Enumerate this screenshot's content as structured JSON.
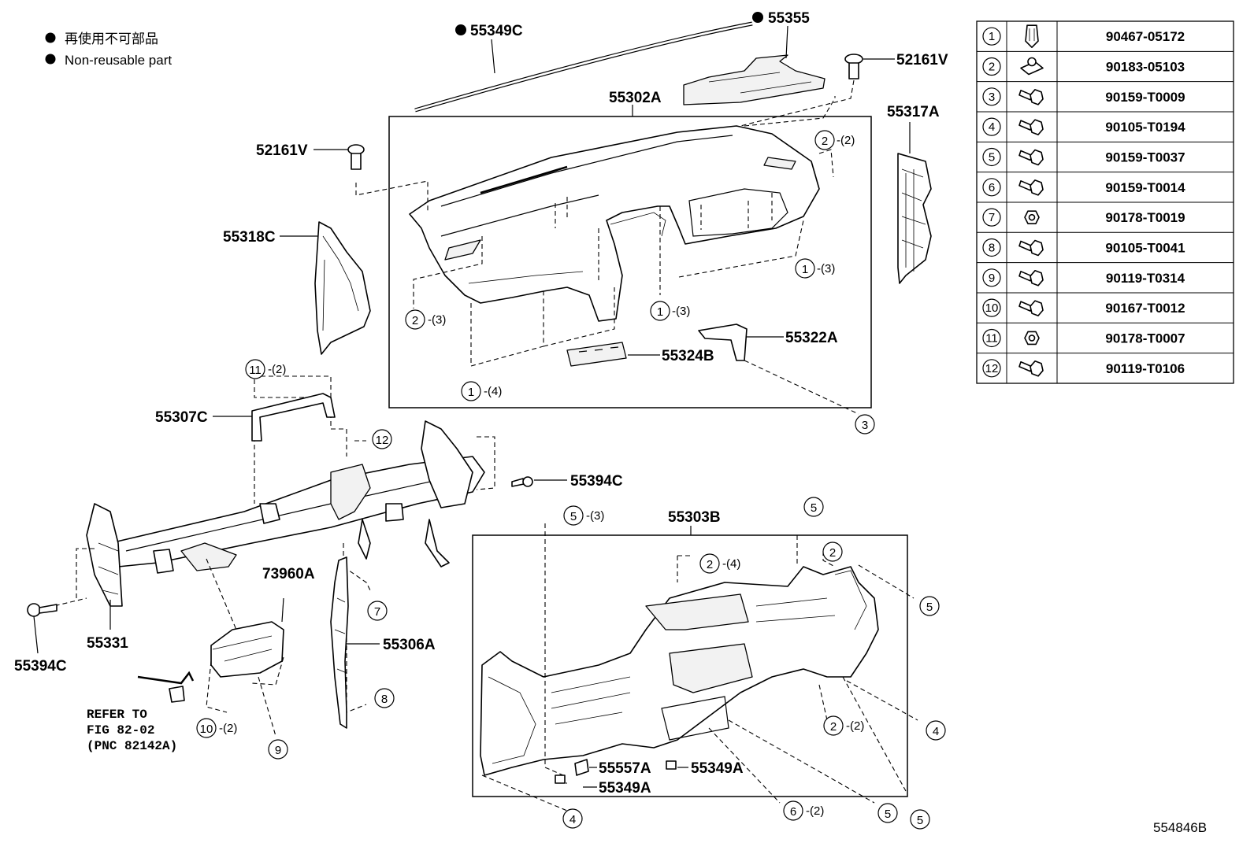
{
  "legend": {
    "line_jp": "再使用不可部品",
    "line_en": "Non-reusable part"
  },
  "parts": {
    "p55349C": "55349C",
    "p55355": "55355",
    "p52161V_top": "52161V",
    "p52161V_left": "52161V",
    "p55302A": "55302A",
    "p55317A": "55317A",
    "p55318C": "55318C",
    "p55322A": "55322A",
    "p55324B": "55324B",
    "p55307C": "55307C",
    "p55394C_right": "55394C",
    "p55394C_left": "55394C",
    "p73960A": "73960A",
    "p55331": "55331",
    "p55306A": "55306A",
    "p55303B": "55303B",
    "p55557A": "55557A",
    "p55349A_a": "55349A",
    "p55349A_b": "55349A"
  },
  "reference": {
    "line1": "REFER TO",
    "line2": "FIG 82-02",
    "line3": "(PNC 82142A)"
  },
  "callouts": [
    {
      "num": "2",
      "qty": "-(2)"
    },
    {
      "num": "1",
      "qty": "-(3)"
    },
    {
      "num": "2",
      "qty": "-(3)"
    },
    {
      "num": "1",
      "qty": "-(3)"
    },
    {
      "num": "1",
      "qty": "-(4)"
    },
    {
      "num": "3",
      "qty": ""
    },
    {
      "num": "11",
      "qty": "-(2)"
    },
    {
      "num": "12",
      "qty": ""
    },
    {
      "num": "7",
      "qty": ""
    },
    {
      "num": "8",
      "qty": ""
    },
    {
      "num": "9",
      "qty": ""
    },
    {
      "num": "10",
      "qty": "-(2)"
    },
    {
      "num": "5",
      "qty": "-(3)"
    },
    {
      "num": "5",
      "qty": ""
    },
    {
      "num": "2",
      "qty": ""
    },
    {
      "num": "2",
      "qty": "-(4)"
    },
    {
      "num": "5",
      "qty": ""
    },
    {
      "num": "4",
      "qty": ""
    },
    {
      "num": "2",
      "qty": "-(2)"
    },
    {
      "num": "4",
      "qty": ""
    },
    {
      "num": "6",
      "qty": "-(2)"
    },
    {
      "num": "5",
      "qty": ""
    },
    {
      "num": "5",
      "qty": ""
    }
  ],
  "fastener_table": [
    {
      "num": "1",
      "part": "90467-05172",
      "icon": "clip-icon"
    },
    {
      "num": "2",
      "part": "90183-05103",
      "icon": "nut-clip-icon"
    },
    {
      "num": "3",
      "part": "90159-T0009",
      "icon": "screw-icon"
    },
    {
      "num": "4",
      "part": "90105-T0194",
      "icon": "bolt-icon"
    },
    {
      "num": "5",
      "part": "90159-T0037",
      "icon": "screw-icon"
    },
    {
      "num": "6",
      "part": "90159-T0014",
      "icon": "screw-icon"
    },
    {
      "num": "7",
      "part": "90178-T0019",
      "icon": "nut-icon"
    },
    {
      "num": "8",
      "part": "90105-T0041",
      "icon": "bolt-icon"
    },
    {
      "num": "9",
      "part": "90119-T0314",
      "icon": "bolt-icon"
    },
    {
      "num": "10",
      "part": "90167-T0012",
      "icon": "screw-icon"
    },
    {
      "num": "11",
      "part": "90178-T0007",
      "icon": "nut-icon"
    },
    {
      "num": "12",
      "part": "90119-T0106",
      "icon": "bolt-icon"
    }
  ],
  "illustration_id": "554846B"
}
